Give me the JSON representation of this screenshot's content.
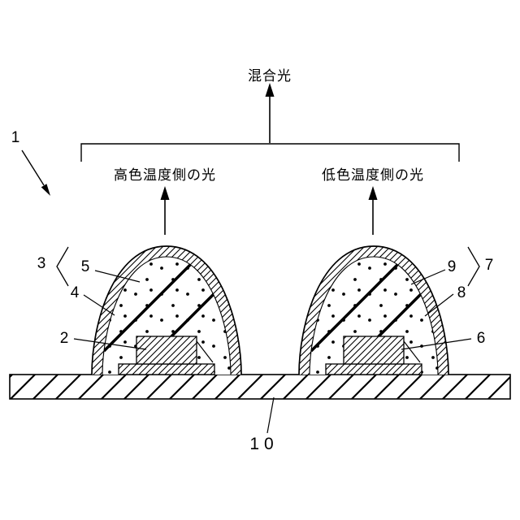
{
  "figure": {
    "mixed_light_label": "混合光",
    "left_beam_label": "高色温度側の光",
    "right_beam_label": "低色温度側の光",
    "refs": {
      "device": "1",
      "left_chip": "2",
      "left_group": "3",
      "left_inner_layer": "4",
      "left_outer_layer": "5",
      "right_chip": "6",
      "right_group": "7",
      "right_inner_layer": "8",
      "right_outer_layer": "9",
      "substrate": "10"
    },
    "colors": {
      "line": "#000000",
      "background": "#ffffff"
    }
  }
}
